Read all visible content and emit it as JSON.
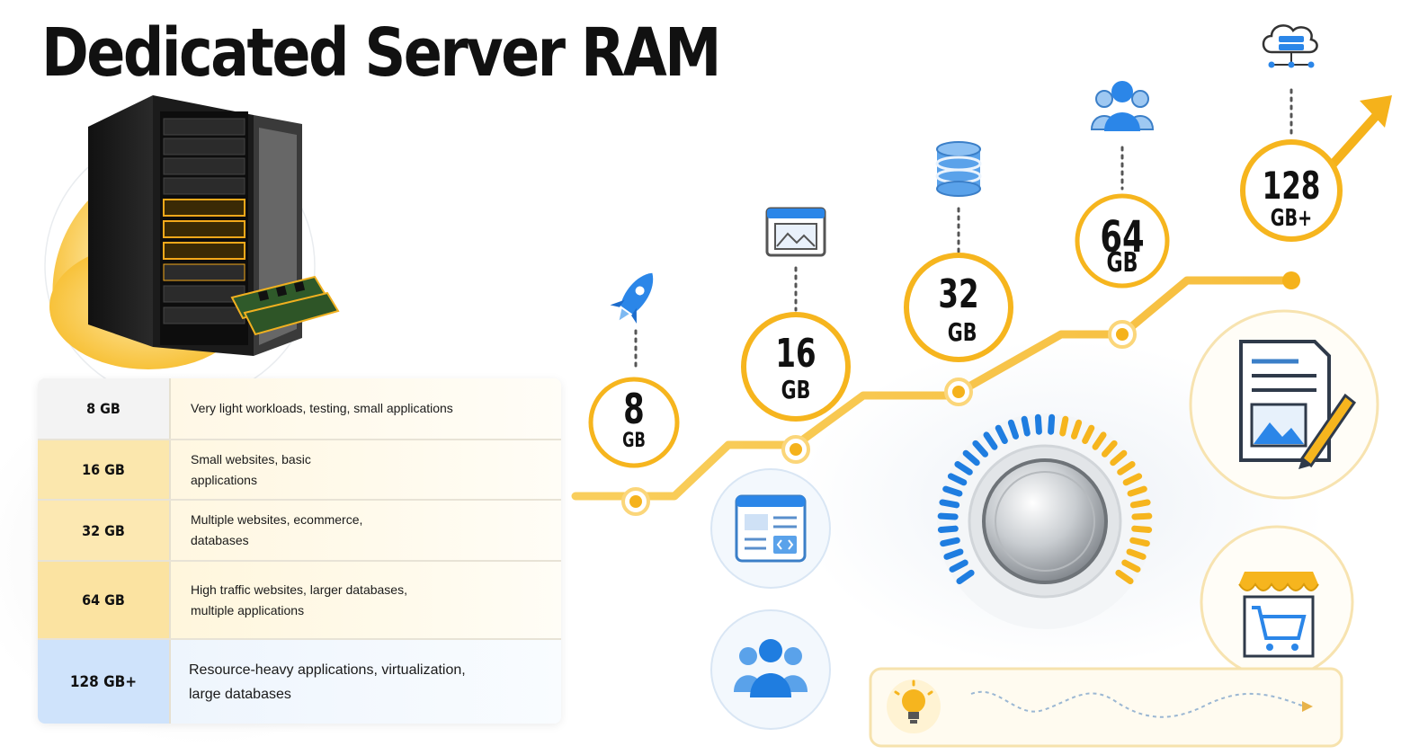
{
  "title": "Dedicated Server RAM",
  "colors": {
    "accent_yellow": "#f6b51e",
    "accent_blue": "#1f7de0",
    "highlight_blue_row": "#cfe3fb"
  },
  "ram_table": {
    "rows": [
      {
        "size": "8 GB",
        "description": "Very light workloads, testing, small applications"
      },
      {
        "size": "16 GB",
        "description": "Small websites, basic applications"
      },
      {
        "size": "32 GB",
        "description": "Multiple websites, ecommerce, databases"
      },
      {
        "size": "64 GB",
        "description": "High traffic websites, larger databases, multiple applications"
      },
      {
        "size": "128 GB+",
        "description": "Resource-heavy applications, virtualization, large databases"
      }
    ]
  },
  "growth_nodes": [
    {
      "number": "8",
      "unit": "GB",
      "icon": "rocket-icon"
    },
    {
      "number": "16",
      "unit": "GB",
      "icon": "image-window-icon"
    },
    {
      "number": "32",
      "unit": "GB",
      "icon": "database-icon"
    },
    {
      "number": "64",
      "unit": "GB",
      "icon": "users-icon"
    },
    {
      "number": "128",
      "unit": "GB+",
      "icon": "cloud-server-icon"
    }
  ],
  "side_icons": [
    "web-code-icon",
    "team-icon",
    "dial-knob-icon",
    "document-edit-icon",
    "shop-cart-icon",
    "lightbulb-icon"
  ]
}
